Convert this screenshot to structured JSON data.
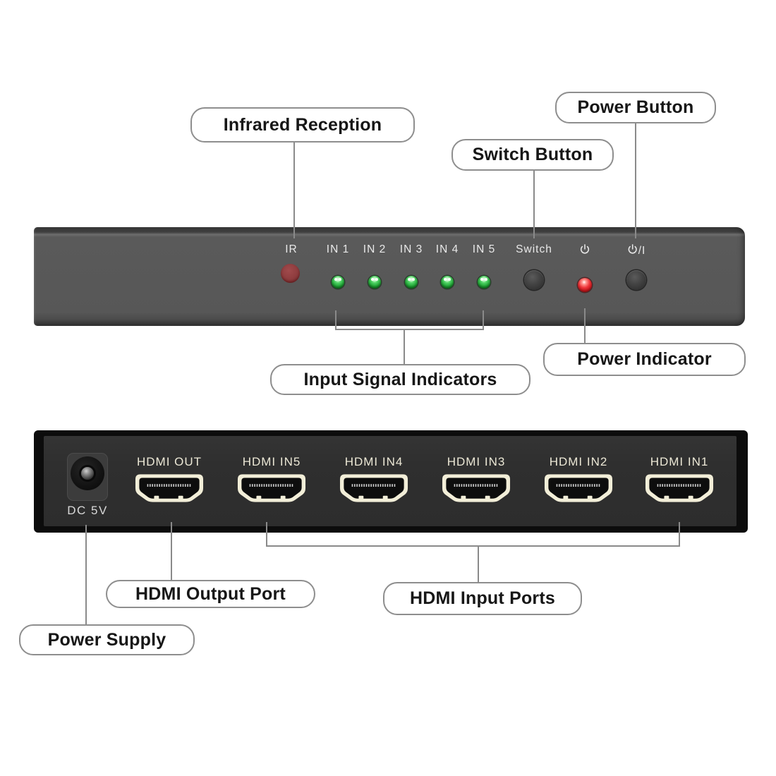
{
  "diagram": {
    "front_panel": {
      "ir_label": "IR",
      "inputs": [
        "IN 1",
        "IN 2",
        "IN 3",
        "IN 4",
        "IN 5"
      ],
      "switch_label": "Switch",
      "power_button_label_suffix": "/I"
    },
    "rear_panel": {
      "dc_label": "DC 5V",
      "ports": [
        "HDMI OUT",
        "HDMI IN5",
        "HDMI IN4",
        "HDMI IN3",
        "HDMI IN2",
        "HDMI IN1"
      ]
    },
    "callouts": {
      "infrared_reception": "Infrared Reception",
      "switch_button": "Switch Button",
      "power_button": "Power Button",
      "input_signal_indicators": "Input Signal Indicators",
      "power_indicator": "Power Indicator",
      "hdmi_output_port": "HDMI Output Port",
      "hdmi_input_ports": "HDMI Input Ports",
      "power_supply": "Power Supply"
    },
    "colors": {
      "front_panel_face": "#575757",
      "rear_panel_face": "#2d2d2d",
      "rear_panel_frame": "#0c0c0c",
      "hdmi_outline": "#f2eed8",
      "led_green": "#27ac3d",
      "led_red": "#e31e24",
      "ir_window_red": "#8e3c3e",
      "callout_border": "#8e8e8e",
      "callout_line": "#8a8a8a"
    }
  }
}
